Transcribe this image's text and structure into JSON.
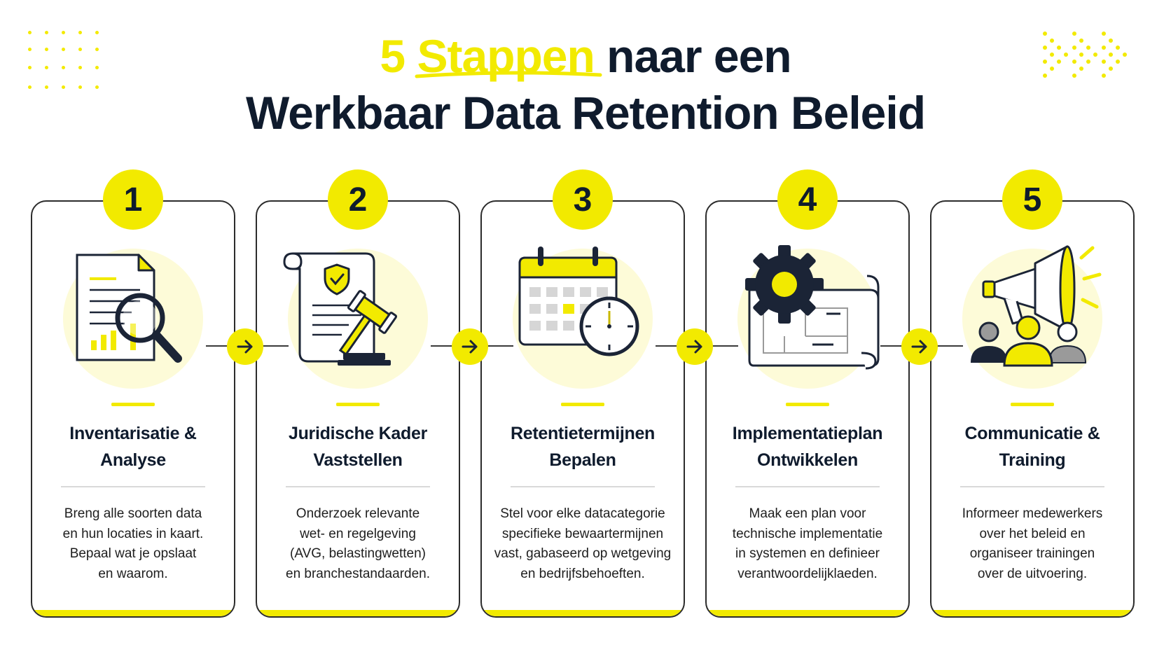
{
  "title": {
    "highlight_number": "5",
    "highlight_word": "Stappen",
    "line1_rest": "naar een",
    "line2": "Werkbaar Data Retention Beleid"
  },
  "colors": {
    "accent": "#f2ea00",
    "navy": "#0f1b2d",
    "border": "#2c2c2c"
  },
  "steps": [
    {
      "number": "1",
      "icon": "document-search-icon",
      "title_line1": "Inventarisatie &",
      "title_line2": "Analyse",
      "desc": [
        "Breng alle soorten data",
        "en hun locaties in kaart.",
        "Bepaal wat je opslaat",
        "en waarom."
      ]
    },
    {
      "number": "2",
      "icon": "legal-scroll-gavel-icon",
      "title_line1": "Juridische Kader",
      "title_line2": "Vaststellen",
      "desc": [
        "Onderzoek relevante",
        "wet- en regelgeving",
        "(AVG, belastingwetten)",
        "en branchestandaarden."
      ]
    },
    {
      "number": "3",
      "icon": "calendar-clock-icon",
      "title_line1": "Retentietermijnen",
      "title_line2": "Bepalen",
      "desc": [
        "Stel voor elke datacategorie",
        "specifieke bewaartermijnen",
        "vast, gabaseerd op wetgeving",
        "en bedrijfsbehoeften."
      ]
    },
    {
      "number": "4",
      "icon": "gear-blueprint-icon",
      "title_line1": "Implementatieplan",
      "title_line2": "Ontwikkelen",
      "desc": [
        "Maak een plan voor",
        "technische implementatie",
        "in systemen en definieer",
        "verantwoordelijklaeden."
      ]
    },
    {
      "number": "5",
      "icon": "megaphone-people-icon",
      "title_line1": "Communicatie &",
      "title_line2": "Training",
      "desc": [
        "Informeer medewerkers",
        "over het beleid en",
        "organiseer trainingen",
        "over de uitvoering."
      ]
    }
  ],
  "connectors": [
    {
      "icon": "arrow-right-icon"
    },
    {
      "icon": "arrow-right-icon"
    },
    {
      "icon": "arrow-right-icon"
    },
    {
      "icon": "arrow-right-icon"
    }
  ]
}
